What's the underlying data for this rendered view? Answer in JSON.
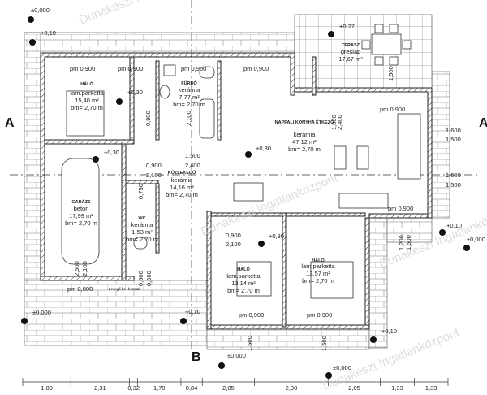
{
  "watermark": "Dunakeszi Ingatlanközpont",
  "section_marks": {
    "a_left": "A",
    "a_right": "A",
    "b": "B"
  },
  "rooms": [
    {
      "name": "HÁLÓ",
      "floor": "lam.parketta",
      "area": "15,40 m²",
      "height": "bm= 2,70 m"
    },
    {
      "name": "FÜRDŐ",
      "floor": "kerámia",
      "area": "7,77 m²",
      "height": "bm= 2,70 m"
    },
    {
      "name": "TERASZ",
      "floor": "greslap",
      "area": "17,67 m²",
      "height": ""
    },
    {
      "name": "NAPPALI KONYHA ÉTKEZŐ",
      "floor": "kerámia",
      "area": "47,12 m²",
      "height": "bm= 2,70 m"
    },
    {
      "name": "KÖZLEKEDŐ",
      "floor": "kerámia",
      "area": "14,16 m²",
      "height": "bm= 2,70 m"
    },
    {
      "name": "GARÁZS",
      "floor": "beton",
      "area": "17,99 m²",
      "height": "bm= 2,70 m"
    },
    {
      "name": "WC",
      "floor": "kerámia",
      "area": "1,53 m²",
      "height": "bm= 2,70 m"
    },
    {
      "name": "HÁLÓ",
      "floor": "lam.parketta",
      "area": "13,14 m²",
      "height": "bm= 2,70 m"
    },
    {
      "name": "HÁLÓ",
      "floor": "lam.parketta",
      "area": "13,57 m²",
      "height": "bm= 2,70 m"
    }
  ],
  "elevations": [
    "±0,000",
    "+0,10",
    "+0,30",
    "+0,30",
    "+0,27",
    "+0,30",
    "+0,30",
    "+0,10",
    "±0,000",
    "+0,10",
    "+0,10",
    "±0,000",
    "±0,000",
    "±0,000"
  ],
  "openings": {
    "pm": "pm 0,900",
    "pm_garage": "pm 0,000",
    "door_w": "0,900",
    "door_h": "2,100",
    "win_h1": "1,500",
    "win_h2": "1,200",
    "terrace_w": "1,500",
    "terrace_h": "2,400",
    "living_door": "1,800",
    "wc_w": "0,750",
    "garage_w": "2,500",
    "garage_h": "2,100",
    "vent": "0,600",
    "side_w1": "1,600",
    "side_w2": "1,500",
    "vent_note": "Levegő be- hozatal"
  },
  "bottom_dims": [
    "1,89",
    "2,31",
    "0,32",
    "1,70",
    "0,84",
    "2,05",
    "2,90",
    "2,05",
    "1,33",
    "1,33"
  ]
}
